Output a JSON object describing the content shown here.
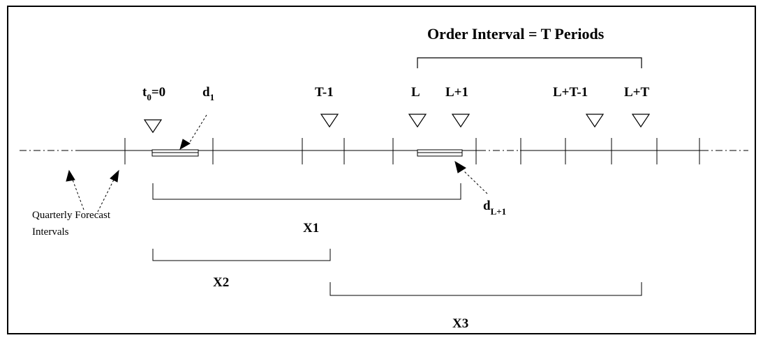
{
  "title": "Order Interval = T Periods",
  "markers": {
    "t0": {
      "main": "t",
      "sub": "0",
      "rest": "=0"
    },
    "d1": {
      "main": "d",
      "sub": "1"
    },
    "t_minus_1": "T-1",
    "l": "L",
    "l_plus_1": "L+1",
    "l_plus_t_minus_1": "L+T-1",
    "l_plus_t": "L+T",
    "d_l_plus_1": {
      "main": "d",
      "sub": "L+1"
    }
  },
  "forecast_label": {
    "line1": "Quarterly Forecast",
    "line2": "Intervals"
  },
  "intervals": {
    "x1": "X1",
    "x2": "X2",
    "x3": "X3"
  }
}
